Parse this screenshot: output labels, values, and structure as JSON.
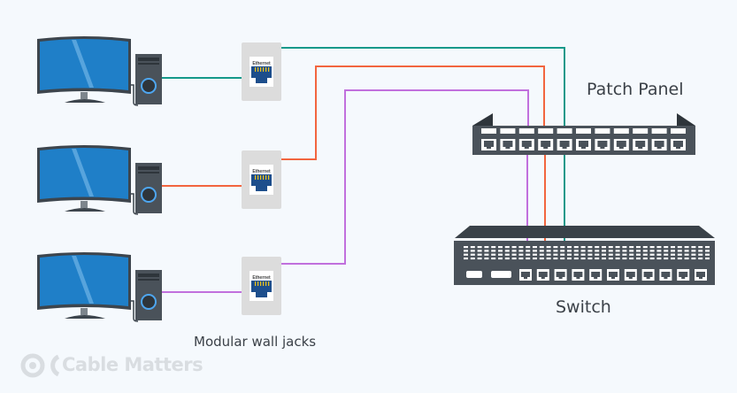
{
  "labels": {
    "patch_panel": "Patch Panel",
    "switch": "Switch",
    "wall_jacks": "Modular wall jacks",
    "jack_text": "Ethernet"
  },
  "logo": {
    "text": "Cable Matters"
  },
  "colors": {
    "cable_1": "#15998a",
    "cable_2": "#f2653f",
    "cable_3": "#c170dd",
    "device_dark": "#4a525a",
    "screen": "#1f7fc8",
    "jack_plate": "#dcdcdc",
    "jack_port": "#1d4e8c"
  },
  "computers": 3,
  "patch_panel_ports": 11,
  "switch_ports": 11
}
